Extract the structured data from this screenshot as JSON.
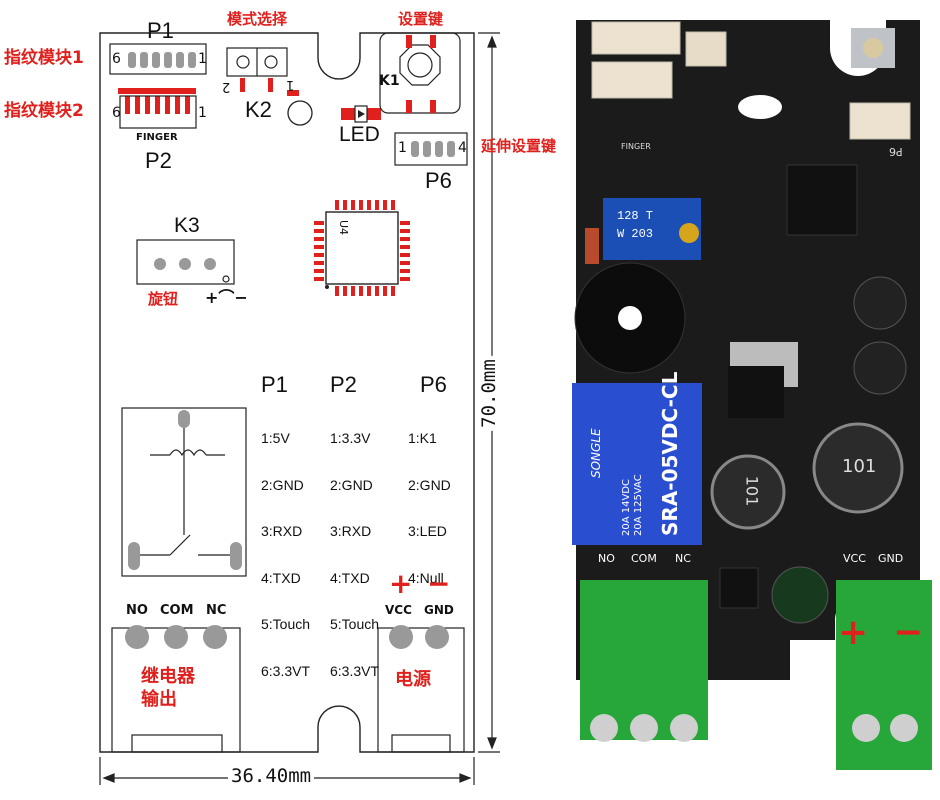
{
  "diagram": {
    "connectors": {
      "p1": {
        "name": "P1",
        "pin_left": "6",
        "pin_right": "1",
        "annotation": "指纹模块1"
      },
      "p2": {
        "name": "P2",
        "pin_left": "6",
        "pin_right": "1",
        "silk": "FINGER",
        "annotation": "指纹模块2"
      },
      "k2": {
        "name": "K2",
        "pin_left": "2",
        "pin_right": "1",
        "annotation": "模式选择"
      },
      "k1": {
        "name": "K1",
        "annotation": "设置键"
      },
      "led": {
        "name": "LED"
      },
      "p6": {
        "name": "P6",
        "pin_left": "1",
        "pin_right": "4",
        "annotation": "延伸设置键"
      },
      "k3": {
        "name": "K3",
        "annotation": "旋钮",
        "symbol": "+⌒−"
      },
      "u4": {
        "name": "U4"
      }
    },
    "pin_tables": [
      {
        "header": "P1",
        "pins": [
          "1:5V",
          "2:GND",
          "3:RXD",
          "4:TXD",
          "5:Touch",
          "6:3.3VT"
        ]
      },
      {
        "header": "P2",
        "pins": [
          "1:3.3V",
          "2:GND",
          "3:RXD",
          "4:TXD",
          "5:Touch",
          "6:3.3VT"
        ]
      },
      {
        "header": "P6",
        "pins": [
          "1:K1",
          "2:GND",
          "3:LED",
          "4:Null"
        ]
      }
    ],
    "relay_terminals": {
      "labels": [
        "NO",
        "COM",
        "NC"
      ],
      "annotation_line1": "继电器",
      "annotation_line2": "输出"
    },
    "power_terminals": {
      "labels": [
        "VCC",
        "GND"
      ],
      "plus": "+",
      "minus": "−",
      "annotation": "电源"
    },
    "dimensions": {
      "width": "36.40mm",
      "height": "70.0mm"
    }
  },
  "photo": {
    "relay_model": "SRA-05VDC-CL",
    "relay_brand": "SONGLE",
    "relay_ratings": [
      "20A 14VDC",
      "20A 125VAC"
    ],
    "inductor_marking": "101",
    "trimmer_marking": [
      "128 T",
      "W 203"
    ],
    "terminal_labels": [
      "NO",
      "COM",
      "NC"
    ],
    "power_labels": [
      "VCC",
      "GND"
    ],
    "plus": "+",
    "minus": "−",
    "silk_finger": "FINGER",
    "silk_p6": "P6"
  }
}
